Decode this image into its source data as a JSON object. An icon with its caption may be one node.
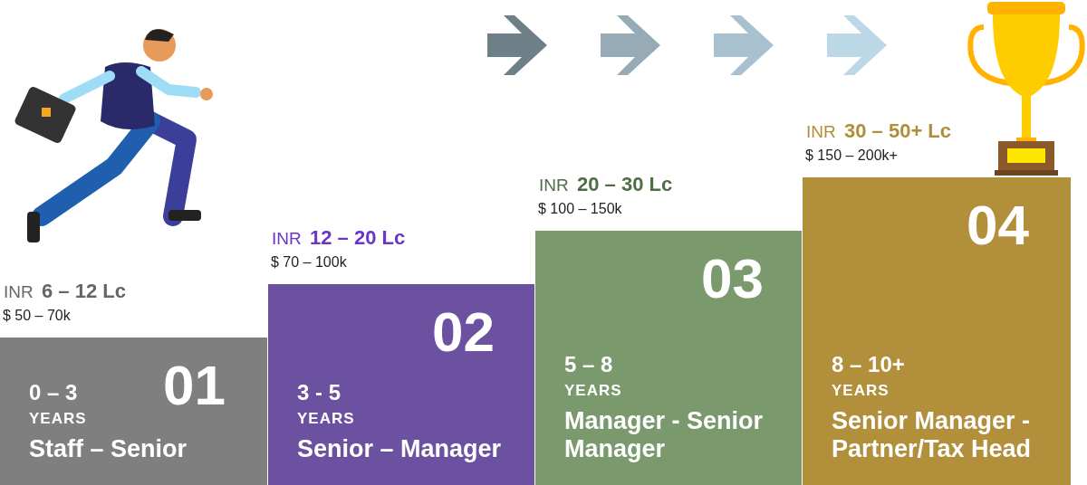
{
  "diagram": {
    "nodes": [
      {
        "text": [
          "01",
          "0 – 3",
          "YEARS",
          "Staff – Senior"
        ],
        "beside": [
          "INR **6 – 12 Lc**",
          "$ 50 – 70k"
        ]
      },
      {
        "text": [
          "02",
          "3 - 5",
          "YEARS",
          "Senior – Manager"
        ],
        "beside": [
          "INR **12 – 20 Lc**",
          "$ 70 – 100k"
        ]
      },
      {
        "text": [
          "03",
          "5 – 8",
          "YEARS",
          "Manager - Senior Manager"
        ],
        "beside": [
          "INR **20 – 30 Lc**",
          "$ 100 – 150k"
        ]
      },
      {
        "text": [
          "04",
          "8 – 10+",
          "YEARS",
          "Senior Manager - Partner/Tax Head"
        ],
        "beside": [
          "INR **30 – 50+ Lc**",
          "$ 150 – 200k+"
        ]
      }
    ]
  }
}
